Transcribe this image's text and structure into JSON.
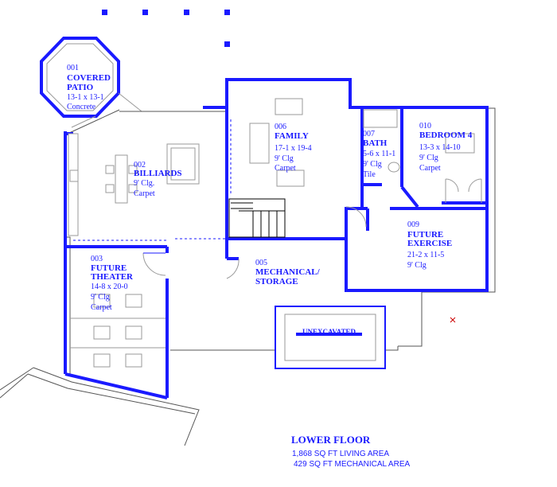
{
  "rooms": {
    "patio": {
      "code": "001",
      "name1": "COVERED",
      "name2": "PATIO",
      "dim": "13-1 x 13-1",
      "finish": "Concrete"
    },
    "billiards": {
      "code": "002",
      "name1": "BILLIARDS",
      "dim": "9' Clg.",
      "finish": "Carpet"
    },
    "theater": {
      "code": "003",
      "name1": "FUTURE",
      "name2": "THEATER",
      "dim": "14-8 x 20-0",
      "clg": "9' Clg",
      "finish": "Carpet"
    },
    "mech": {
      "code": "005",
      "name1": "MECHANICAL/",
      "name2": "STORAGE"
    },
    "family": {
      "code": "006",
      "name1": "FAMILY",
      "dim": "17-1 x 19-4",
      "clg": "9' Clg",
      "finish": "Carpet"
    },
    "bath": {
      "code": "007",
      "name1": "BATH",
      "dim": "5-6 x 11-1",
      "clg": "9' Clg",
      "finish": "Tile"
    },
    "exercise": {
      "code": "009",
      "name1": "FUTURE",
      "name2": "EXERCISE",
      "dim": "21-2 x 11-5",
      "clg": "9' Clg"
    },
    "bedroom": {
      "code": "010",
      "name1": "BEDROOM 4",
      "dim": "13-3 x 14-10",
      "clg": "9' Clg",
      "finish": "Carpet"
    },
    "unexcavated": "UNEXCAVATED"
  },
  "legend": {
    "title": "LOWER FLOOR",
    "living": "1,868 SQ FT LIVING AREA",
    "mechanical": "429 SQ FT MECHANICAL AREA"
  },
  "colors": {
    "wall": "#1a1aff",
    "outline": "#555555",
    "furniture": "#9a9a9a"
  }
}
